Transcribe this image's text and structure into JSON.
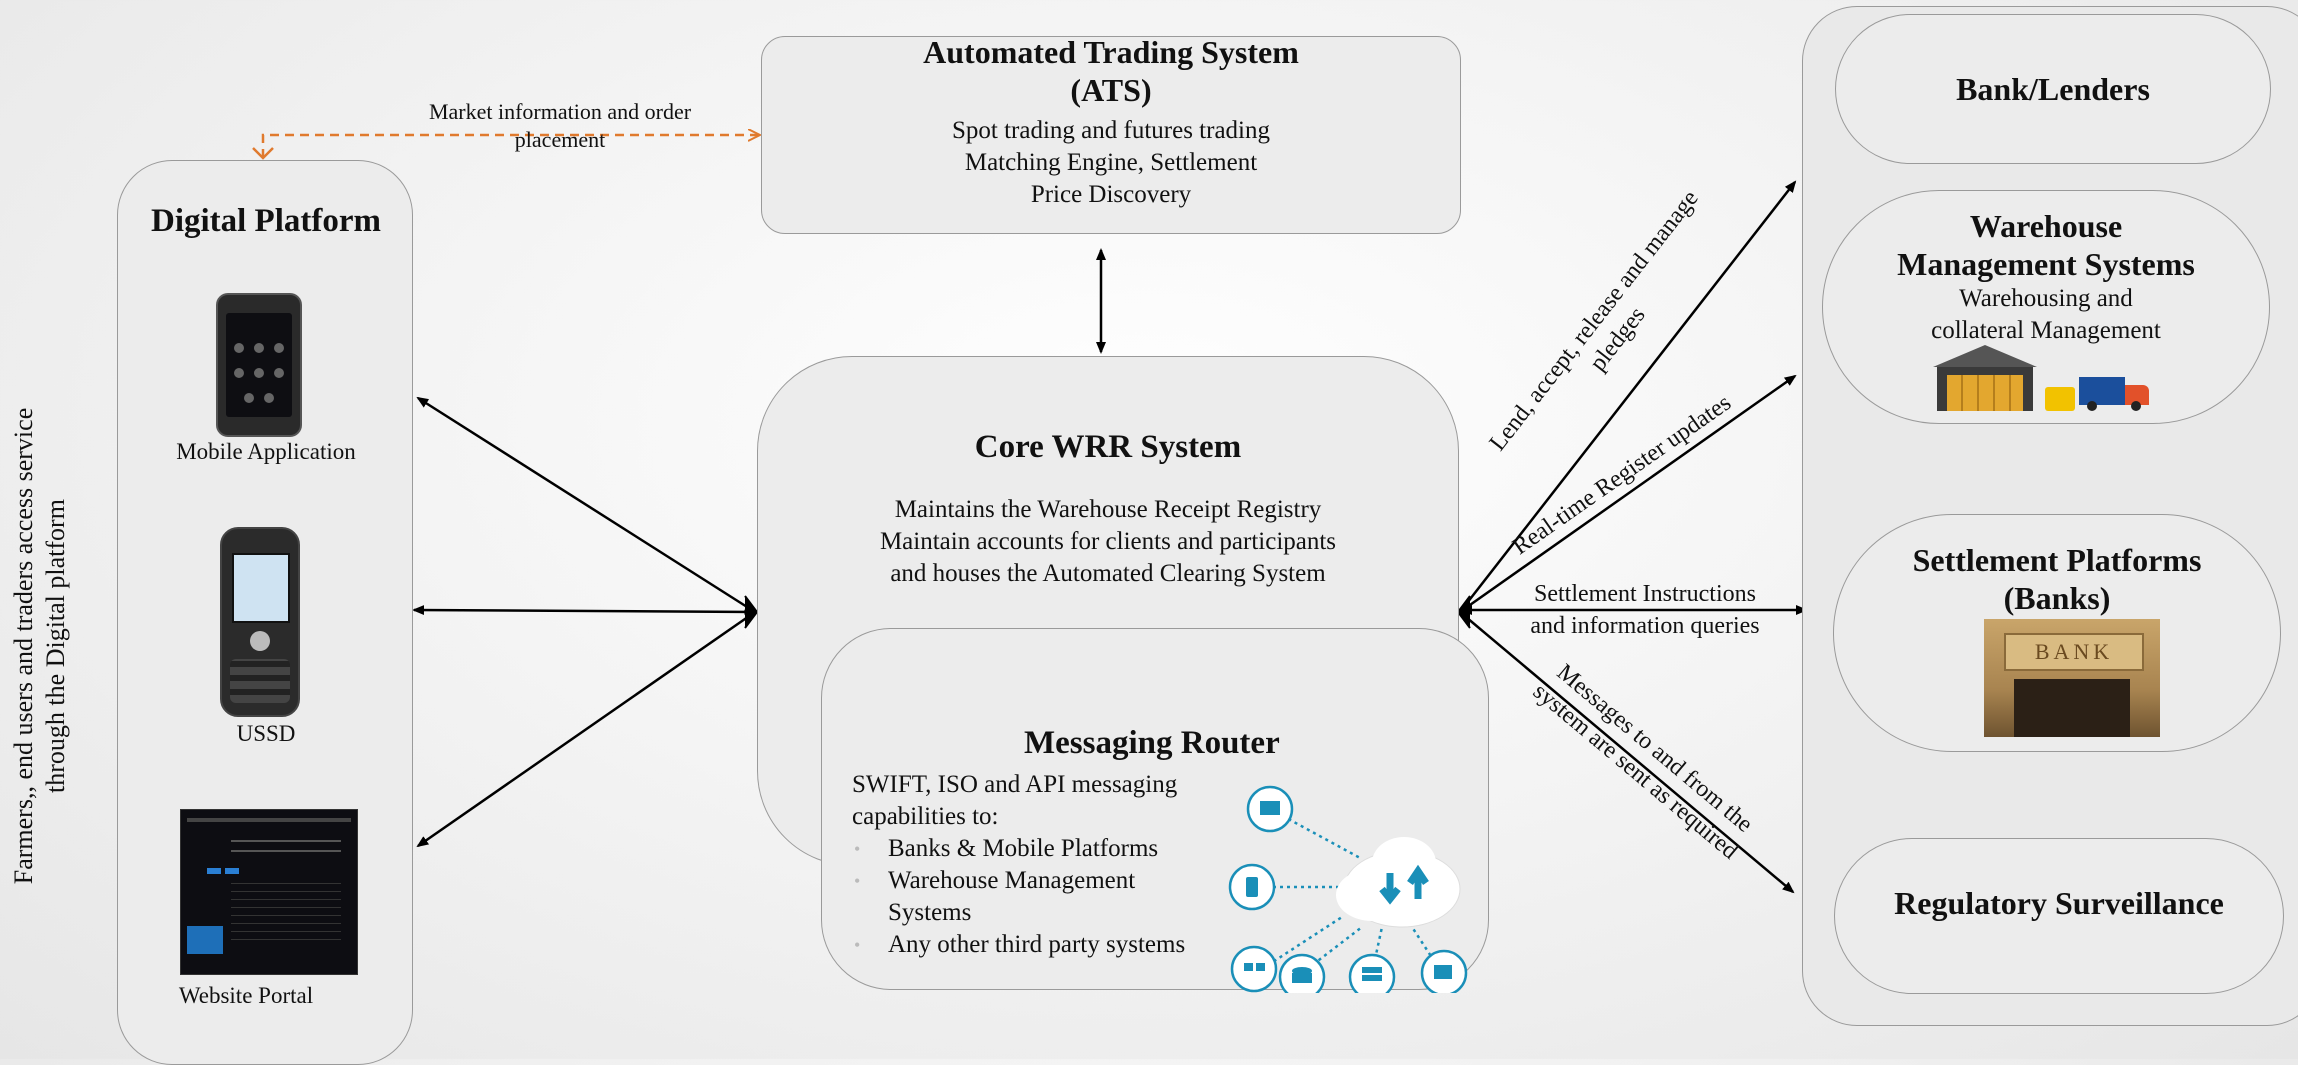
{
  "side_caption": {
    "line1": "Farmers,, end users and traders access service",
    "line2": "through the Digital platform"
  },
  "digital_platform": {
    "title": "Digital Platform",
    "mobile_label": "Mobile Application",
    "ussd_label": "USSD",
    "web_label": "Website Portal"
  },
  "ats": {
    "title_line1": "Automated Trading System",
    "title_line2": "(ATS)",
    "line1": "Spot trading and futures trading",
    "line2": "Matching Engine, Settlement",
    "line3": "Price Discovery"
  },
  "market_label": {
    "line1": "Market information and order",
    "line2": "placement"
  },
  "core": {
    "title": "Core WRR System",
    "line1": "Maintains the Warehouse Receipt Registry",
    "line2": "Maintain accounts for clients and participants",
    "line3": "and houses the Automated Clearing System"
  },
  "router": {
    "title": "Messaging Router",
    "intro_line1": "SWIFT, ISO and API messaging",
    "intro_line2": "capabilities to:",
    "bullets": [
      "Banks & Mobile Platforms",
      "Warehouse Management",
      "Systems",
      "Any other third party systems"
    ]
  },
  "right": {
    "bank_title": "Bank/Lenders",
    "wms_title_line1": "Warehouse",
    "wms_title_line2": "Management Systems",
    "wms_sub_line1": "Warehousing and",
    "wms_sub_line2": "collateral Management",
    "settle_title_line1": "Settlement Platforms",
    "settle_title_line2": "(Banks)",
    "bank_sign": "BANK",
    "reg_title": "Regulatory Surveillance"
  },
  "arrow_labels": {
    "lend_line1": "Lend, accept, release and manage",
    "lend_line2": "pledges",
    "realtime": "Real-time Register updates",
    "settle_line1": "Settlement Instructions",
    "settle_line2": "and information queries",
    "msg_line1": "Messages to and from the",
    "msg_line2": "system are sent as required"
  },
  "colors": {
    "dashed_arrow": "#e07a2e",
    "icon_blue": "#1a8fb8",
    "box_fill": "#ececec"
  }
}
